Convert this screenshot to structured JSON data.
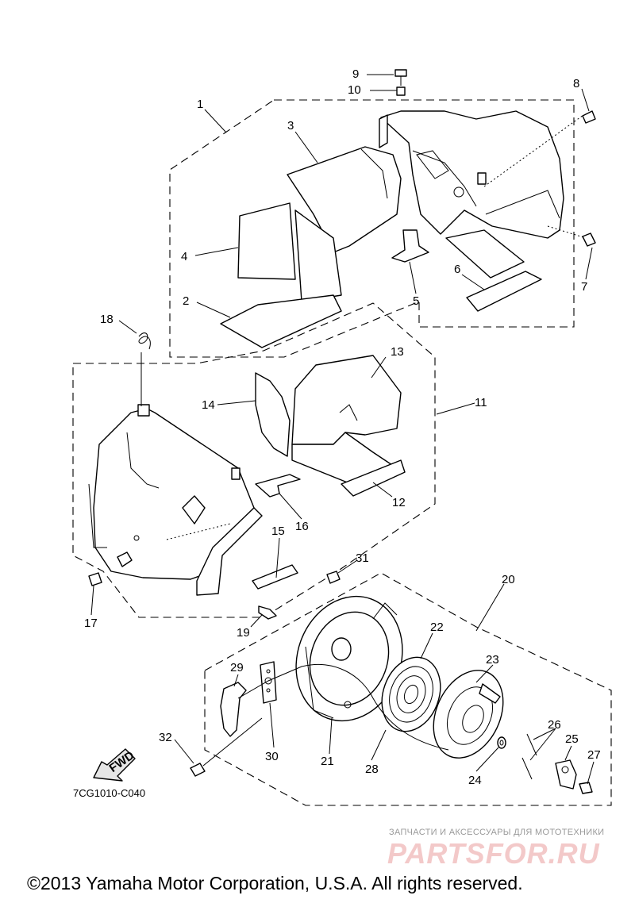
{
  "callouts": [
    "1",
    "2",
    "3",
    "4",
    "5",
    "6",
    "7",
    "8",
    "9",
    "10",
    "11",
    "12",
    "13",
    "14",
    "15",
    "16",
    "17",
    "18",
    "19",
    "20",
    "21",
    "22",
    "23",
    "24",
    "25",
    "26",
    "27",
    "28",
    "29",
    "30",
    "31",
    "32"
  ],
  "fwd_label": "FWD",
  "diagram_code": "7CG1010-C040",
  "watermark_top": "ЗАПЧАСТИ И АКСЕССУАРЫ ДЛЯ МОТОТЕХНИКИ",
  "watermark_logo": "PARTSFOR.RU",
  "copyright": "©2013 Yamaha Motor Corporation, U.S.A. All rights reserved."
}
